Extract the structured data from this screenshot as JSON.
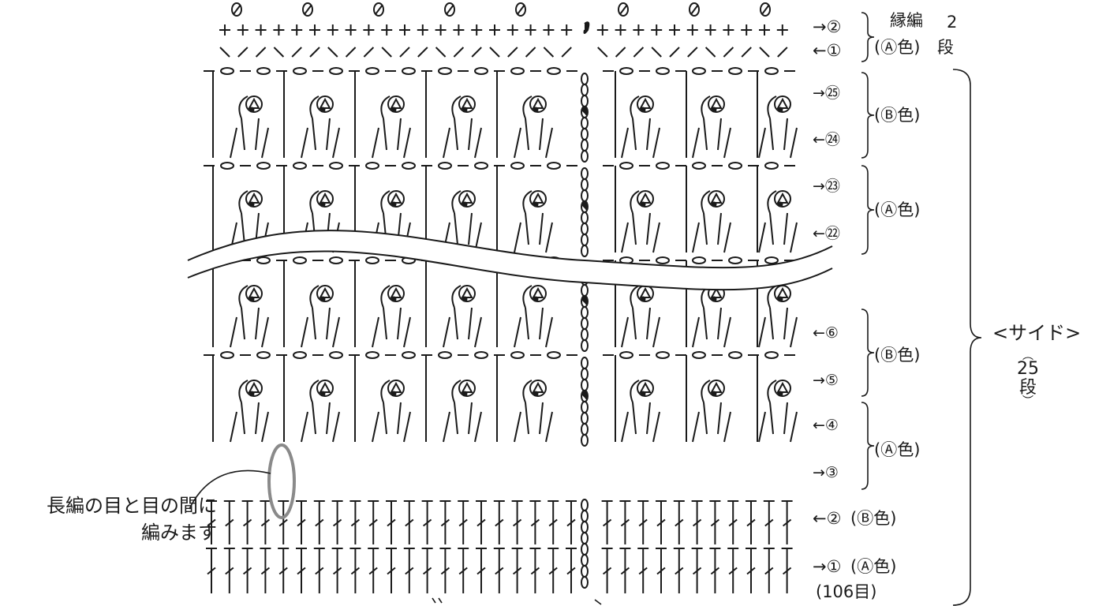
{
  "border": {
    "rows": [
      "→②",
      "←①"
    ],
    "name": "縁編",
    "color": "(Ⓐ色)",
    "count_digit": "2",
    "count_unit": "段"
  },
  "rows_top": [
    "→㉕",
    "←㉔",
    "→㉓",
    "←㉒"
  ],
  "rows_bottom": [
    "←⑥",
    "→⑤",
    "←④",
    "→③"
  ],
  "row2": "←②",
  "row2_color": "(Ⓑ色)",
  "row1": "→①",
  "row1_color": "(Ⓐ色)",
  "stitch_count": "(106目)",
  "groups": {
    "b_top": "(Ⓑ色)",
    "a_top": "(Ⓐ色)",
    "b_bottom": "(Ⓑ色)",
    "a_bottom": "(Ⓐ色)"
  },
  "side": {
    "label": "<サイド>",
    "count_digits": "25",
    "count_unit": "段"
  },
  "note": {
    "line1": "長編の目と目の間に",
    "line2": "編みます"
  },
  "icons": {
    "dc": "double-crochet-symbol",
    "sc": "single-crochet-symbol",
    "ch": "chain-stitch-symbol",
    "popcorn": "popcorn-stitch-symbol",
    "picot": "picot-symbol"
  }
}
